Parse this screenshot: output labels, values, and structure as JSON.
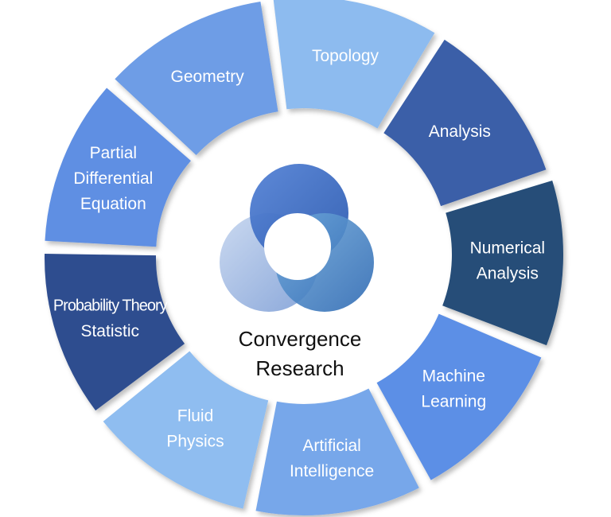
{
  "center": {
    "title_line1": "Convergence",
    "title_line2": "Research"
  },
  "segments": [
    {
      "id": "analysis",
      "lines": [
        "Analysis"
      ],
      "color": "#3A5FA8"
    },
    {
      "id": "numerical-analysis",
      "lines": [
        "Numerical",
        "Analysis"
      ],
      "color": "#254E78"
    },
    {
      "id": "machine-learning",
      "lines": [
        "Machine",
        "Learning"
      ],
      "color": "#5B8FE6"
    },
    {
      "id": "artificial-intelligence",
      "lines": [
        "Artificial",
        "Intelligence"
      ],
      "color": "#77A7EA"
    },
    {
      "id": "fluid-physics",
      "lines": [
        "Fluid",
        "Physics"
      ],
      "color": "#8FBDF0"
    },
    {
      "id": "probability-theory-statistic",
      "lines": [
        "Probability Theory",
        "Statistic"
      ],
      "color": "#2F4E8F"
    },
    {
      "id": "partial-differential-equation",
      "lines": [
        "Partial",
        "Differential",
        "Equation"
      ],
      "color": "#5E8FE3"
    },
    {
      "id": "geometry",
      "lines": [
        "Geometry"
      ],
      "color": "#6E9DE6"
    },
    {
      "id": "topology",
      "lines": [
        "Topology"
      ],
      "color": "#8DBBEF"
    }
  ],
  "logo_colors": {
    "top": "#3E6FC4",
    "right": "#4E90C8",
    "left": "#A9C2E6"
  }
}
